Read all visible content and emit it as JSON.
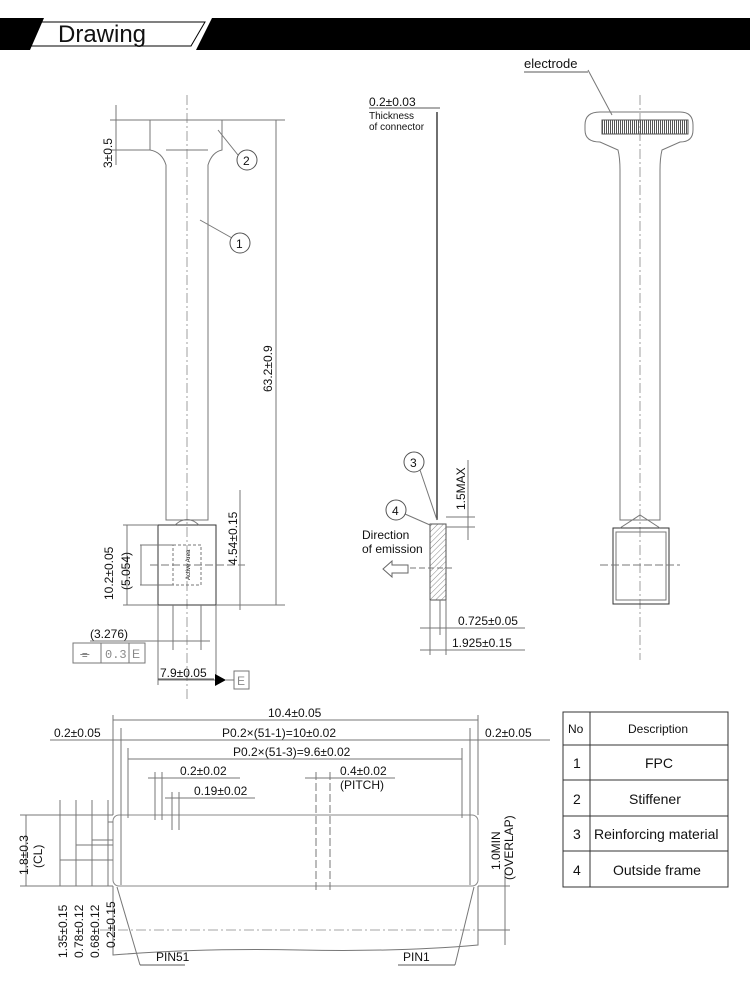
{
  "header": {
    "title": "Drawing"
  },
  "front_view": {
    "dims": {
      "stiffener_height": "3±0.5",
      "total_length": "63.2±0.9",
      "panel_height": "10.2±0.05",
      "active_height": "(5.054)",
      "center_offset": "4.54±0.15",
      "active_width": "(3.276)",
      "panel_width": "7.9±0.05"
    },
    "active_area_label": "Active Area",
    "tolerance_frame": {
      "symbol": "⌯",
      "value": "0.3",
      "datum": "E"
    },
    "datum_label": "E",
    "balloons": [
      "2",
      "1"
    ]
  },
  "side_view": {
    "thickness": "0.2±0.03",
    "thickness_note_1": "Thickness",
    "thickness_note_2": "of connector",
    "max_dim": "1.5MAX",
    "direction_1": "Direction",
    "direction_2": "of emission",
    "dim_a": "0.725±0.05",
    "dim_b": "1.925±0.15",
    "balloons": [
      "3",
      "4"
    ]
  },
  "back_view": {
    "electrode_label": "electrode"
  },
  "connector_detail": {
    "width": "10.4±0.05",
    "edge_left": "0.2±0.05",
    "edge_right": "0.2±0.05",
    "pitch_total": "P0.2×(51-1)=10±0.02",
    "pitch_inner": "P0.2×(51-3)=9.6±0.02",
    "pad_width": "0.2±0.02",
    "pad_gap": "0.19±0.02",
    "pitch": "0.4±0.02",
    "pitch_note": "(PITCH)",
    "cl_1": "1.8±0.3",
    "cl_2": "(CL)",
    "overlap_1": "1.0MIN",
    "overlap_2": "(OVERLAP)",
    "v_dims": [
      "1.35±0.15",
      "0.78±0.12",
      "0.68±0.12",
      "0.2±0.15"
    ],
    "pin_left": "PIN51",
    "pin_right": "PIN1"
  },
  "parts_table": {
    "headers": [
      "No",
      "Description"
    ],
    "rows": [
      {
        "no": "1",
        "desc": "FPC"
      },
      {
        "no": "2",
        "desc": "Stiffener"
      },
      {
        "no": "3",
        "desc": "Reinforcing material"
      },
      {
        "no": "4",
        "desc": "Outside frame"
      }
    ]
  }
}
